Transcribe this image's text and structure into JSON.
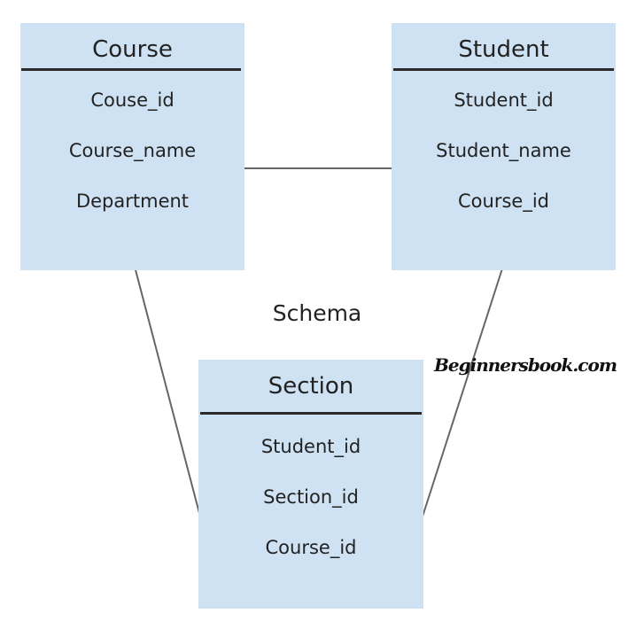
{
  "diagram": {
    "label": "Schema",
    "watermark": "Beginnersbook.com",
    "entities": {
      "course": {
        "title": "Course",
        "attributes": [
          "Couse_id",
          "Course_name",
          "Department"
        ]
      },
      "student": {
        "title": "Student",
        "attributes": [
          "Student_id",
          "Student_name",
          "Course_id"
        ]
      },
      "section": {
        "title": "Section",
        "attributes": [
          "Student_id",
          "Section_id",
          "Course_id"
        ]
      }
    },
    "relationships": [
      {
        "from": "Course",
        "to": "Student"
      },
      {
        "from": "Course",
        "to": "Section"
      },
      {
        "from": "Student",
        "to": "Section"
      }
    ],
    "colors": {
      "entity_fill": "#cfe2f3",
      "rule": "#2b2b2b",
      "connector": "#666666",
      "text": "#222222"
    }
  }
}
